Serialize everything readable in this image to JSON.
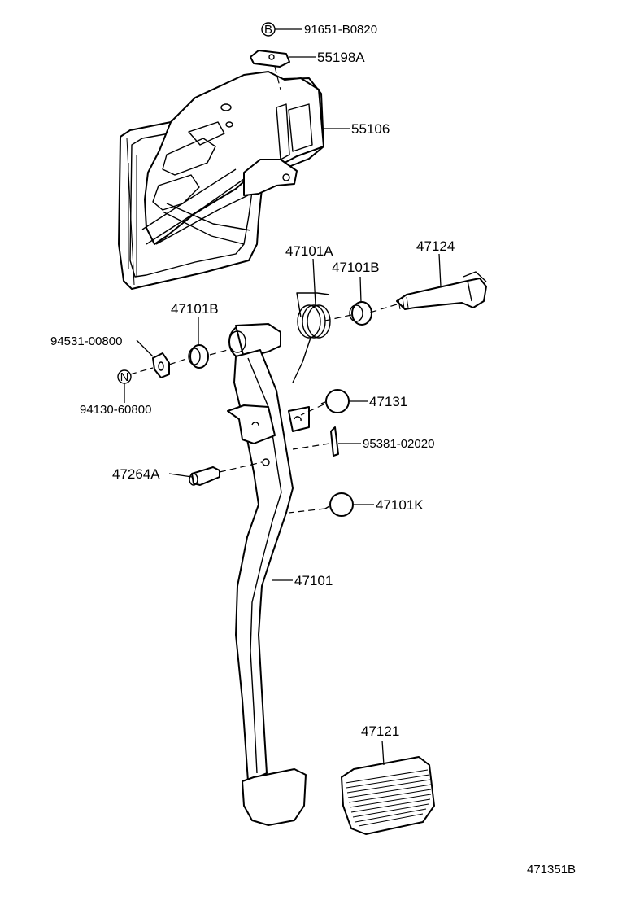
{
  "callouts": {
    "bolt_b": "91651-B0820",
    "bolt_b_badge": "B",
    "plate": "55198A",
    "bracket": "55106",
    "spring": "47101A",
    "bushing_right": "47101B",
    "bolt": "47124",
    "bushing_left": "47101B",
    "washer": "94531-00800",
    "nut_badge": "N",
    "nut": "94130-60800",
    "cushion_upper": "47131",
    "pin": "95381-02020",
    "clevis_pin": "47264A",
    "cushion_lower": "47101K",
    "pedal_arm": "47101",
    "pedal_pad": "47121"
  },
  "drawing_code": "471351B"
}
